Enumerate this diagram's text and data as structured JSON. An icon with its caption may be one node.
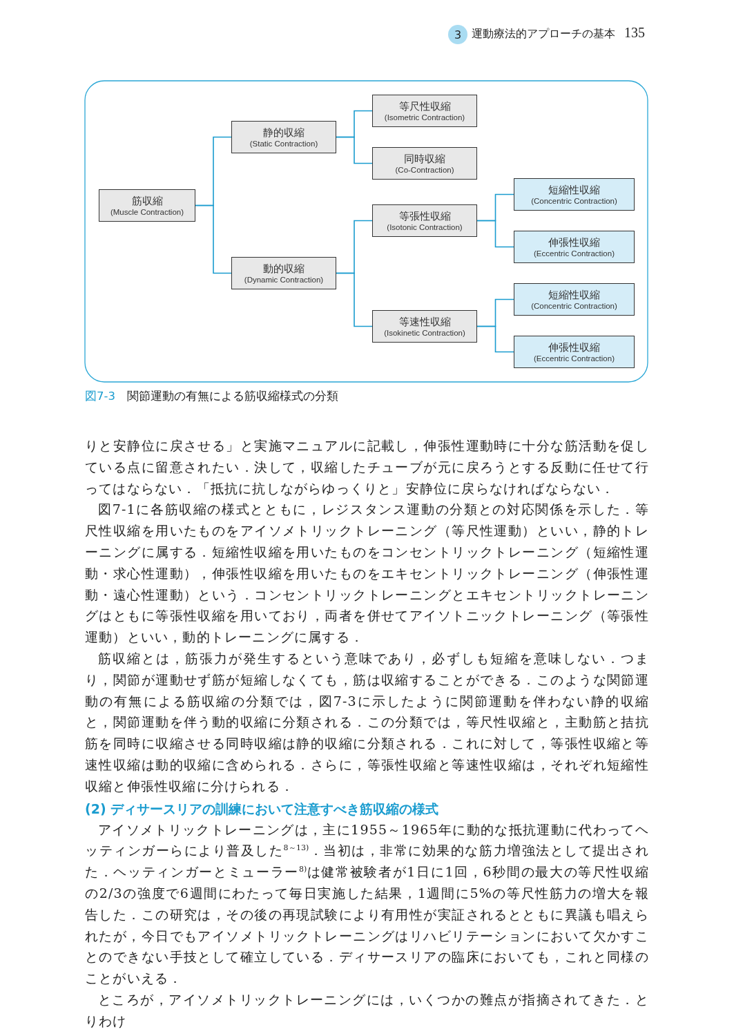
{
  "diagram": {
    "caption": "図7-3　関節運動の有無による筋収縮様式の分類",
    "nodes": [
      {
        "text": [
          "筋収縮",
          "(Muscle Contraction)"
        ]
      },
      {
        "text": [
          "静的収縮",
          "(Static Contraction)"
        ]
      },
      {
        "text": [
          "動的収縮",
          "(Dynamic Contraction)"
        ]
      },
      {
        "text": [
          "等尺性収縮",
          "(Isometric Contraction)"
        ]
      },
      {
        "text": [
          "同時収縮",
          "(Co-Contraction)"
        ]
      },
      {
        "text": [
          "等張性収縮",
          "(Isotonic Contraction)"
        ]
      },
      {
        "text": [
          "等速性収縮",
          "(Isokinetic Contraction)"
        ]
      },
      {
        "text": [
          "短縮性収縮",
          "(Concentric Contraction)"
        ]
      },
      {
        "text": [
          "伸張性収縮",
          "(Eccentric Contraction)"
        ]
      },
      {
        "text": [
          "短縮性収縮",
          "(Concentric Contraction)"
        ]
      },
      {
        "text": [
          "伸張性収縮",
          "(Eccentric Contraction)"
        ]
      }
    ],
    "edges": [
      {
        "from": 0,
        "to": 1,
        "arrow": "none"
      },
      {
        "from": 0,
        "to": 2,
        "arrow": "none"
      },
      {
        "from": 1,
        "to": 3,
        "arrow": "none"
      },
      {
        "from": 1,
        "to": 4,
        "arrow": "none"
      },
      {
        "from": 2,
        "to": 5,
        "arrow": "none"
      },
      {
        "from": 2,
        "to": 6,
        "arrow": "none"
      },
      {
        "from": 5,
        "to": 7,
        "arrow": "none"
      },
      {
        "from": 5,
        "to": 8,
        "arrow": "none"
      },
      {
        "from": 6,
        "to": 9,
        "arrow": "none"
      },
      {
        "from": 6,
        "to": 10,
        "arrow": "none"
      }
    ],
    "labels": [
      "3",
      "運動療法的アプローチの基本",
      "135",
      "りと安静位に戻させる」と実施マニュアルに記載し，伸張性運動時に十分な筋活動を促している点に留意されたい．決して，収縮したチューブが元に戻ろうとする反動に任せて行ってはならない．「抵抗に抗しながらゆっくりと」安静位に戻らなければならない．",
      "図7-1に各筋収縮の様式とともに，レジスタンス運動の分類との対応関係を示した．等尺性収縮を用いたものをアイソメトリックトレーニング（等尺性運動）といい，静的トレーニングに属する．短縮性収縮を用いたものをコンセントリックトレーニング（短縮性運動・求心性運動），伸張性収縮を用いたものをエキセントリックトレーニング（伸張性運動・遠心性運動）という．コンセントリックトレーニングとエキセントリックトレーニングはともに等張性収縮を用いており，両者を併せてアイソトニックトレーニング（等張性運動）といい，動的トレーニングに属する．",
      "筋収縮とは，筋張力が発生するという意味であり，必ずしも短縮を意味しない．つまり，関節が運動せず筋が短縮しなくても，筋は収縮することができる．このような関節運動の有無による筋収縮の分類では，図7-3に示したように関節運動を伴わない静的収縮と，関節運動を伴う動的収縮に分類される．この分類では，等尺性収縮と，主動筋と拮抗筋を同時に収縮させる同時収縮は静的収縮に分類される．これに対して，等張性収縮と等速性収縮は動的収縮に含められる．さらに，等張性収縮と等速性収縮は，それぞれ短縮性収縮と伸張性収縮に分けられる．",
      "(2) ディサースリアの訓練において注意すべき筋収縮の様式",
      "アイソメトリックトレーニングは，主に1955～1965年に動的な抵抗運動に代わってヘッティンガーらにより普及した$^{8～13)}$．当初は，非常に効果的な筋力増強法として提出された．ヘッティンガーとミューラー$^{8)}$は健常被験者が1日に1回，6秒間の最大の等尺性収縮の2/3の強度で6週間にわたって毎日実施した結果，1週間に5%の等尺性筋力の増大を報告した．この研究は，その後の再現試験により有用性が実証されるとともに異議も唱えられたが，今日でもアイソメトリックトレーニングはリハビリテーションにおいて欠かすことのできない手技として確立している．ディサースリアの臨床においても，これと同様のことがいえる．",
      "ところが，アイソメトリックトレーニングには，いくつかの難点が指摘されてきた．とりわけ"
    ]
  }
}
